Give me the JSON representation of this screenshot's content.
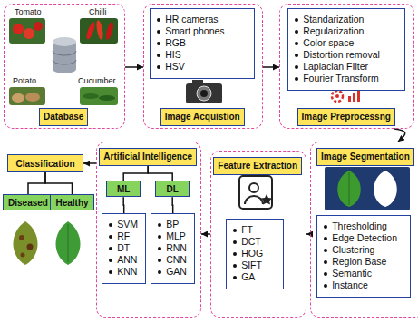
{
  "diagram": {
    "nodes": [
      {
        "text": [
          "Database"
        ]
      },
      {
        "text": [
          "Image Acquistion"
        ]
      },
      {
        "text": [
          "HR cameras",
          "Smart phones",
          "RGB",
          "HIS",
          "HSV"
        ],
        "in": 1
      },
      {
        "text": [
          "Image Preprocessng"
        ]
      },
      {
        "text": [
          "Standarization",
          "Regularization",
          "Color space",
          "Distortion removal",
          "Laplacian FIlter",
          "Fourier Transform"
        ],
        "in": 3
      },
      {
        "text": [
          "Image Segmentation"
        ]
      },
      {
        "text": [
          "Thresholding",
          "Edge Detection",
          "Clustering",
          "Region Base",
          "Semantic",
          "Instance"
        ],
        "in": 5
      },
      {
        "text": [
          "Feature Extraction"
        ]
      },
      {
        "text": [
          "FT",
          "DCT",
          "HOG",
          "SIFT",
          "GA"
        ],
        "in": 7
      },
      {
        "text": [
          "Artificial Intelligence"
        ]
      },
      {
        "text": [
          "ML"
        ],
        "in": 9
      },
      {
        "text": [
          "DL"
        ],
        "in": 9
      },
      {
        "text": [
          "SVM",
          "RF",
          "DT",
          "ANN",
          "KNN"
        ],
        "in": 9
      },
      {
        "text": [
          "BP",
          "MLP",
          "RNN",
          "CNN",
          "GAN"
        ],
        "in": 9
      },
      {
        "text": [
          "Classification"
        ]
      },
      {
        "text": [
          "Diseased"
        ]
      },
      {
        "text": [
          "Healthy"
        ]
      }
    ],
    "edges": [
      {
        "from": 0,
        "to": 1,
        "arrow": "to"
      },
      {
        "from": 1,
        "to": 3,
        "arrow": "to"
      },
      {
        "from": 3,
        "to": 5,
        "arrow": "to"
      },
      {
        "from": 5,
        "to": 7,
        "arrow": "to"
      },
      {
        "from": 7,
        "to": 9,
        "arrow": "to"
      },
      {
        "from": 9,
        "to": 14,
        "arrow": "to"
      },
      {
        "from": 14,
        "to": 15,
        "arrow": "none"
      },
      {
        "from": 14,
        "to": 16,
        "arrow": "none"
      },
      {
        "from": 9,
        "to": 10,
        "arrow": "none"
      },
      {
        "from": 9,
        "to": 11,
        "arrow": "none"
      },
      {
        "from": 10,
        "to": 12,
        "arrow": "none"
      },
      {
        "from": 11,
        "to": 13,
        "arrow": "none"
      }
    ],
    "labels": [
      "Tomato",
      "Chilli",
      "Potato",
      "Cucumber"
    ]
  }
}
